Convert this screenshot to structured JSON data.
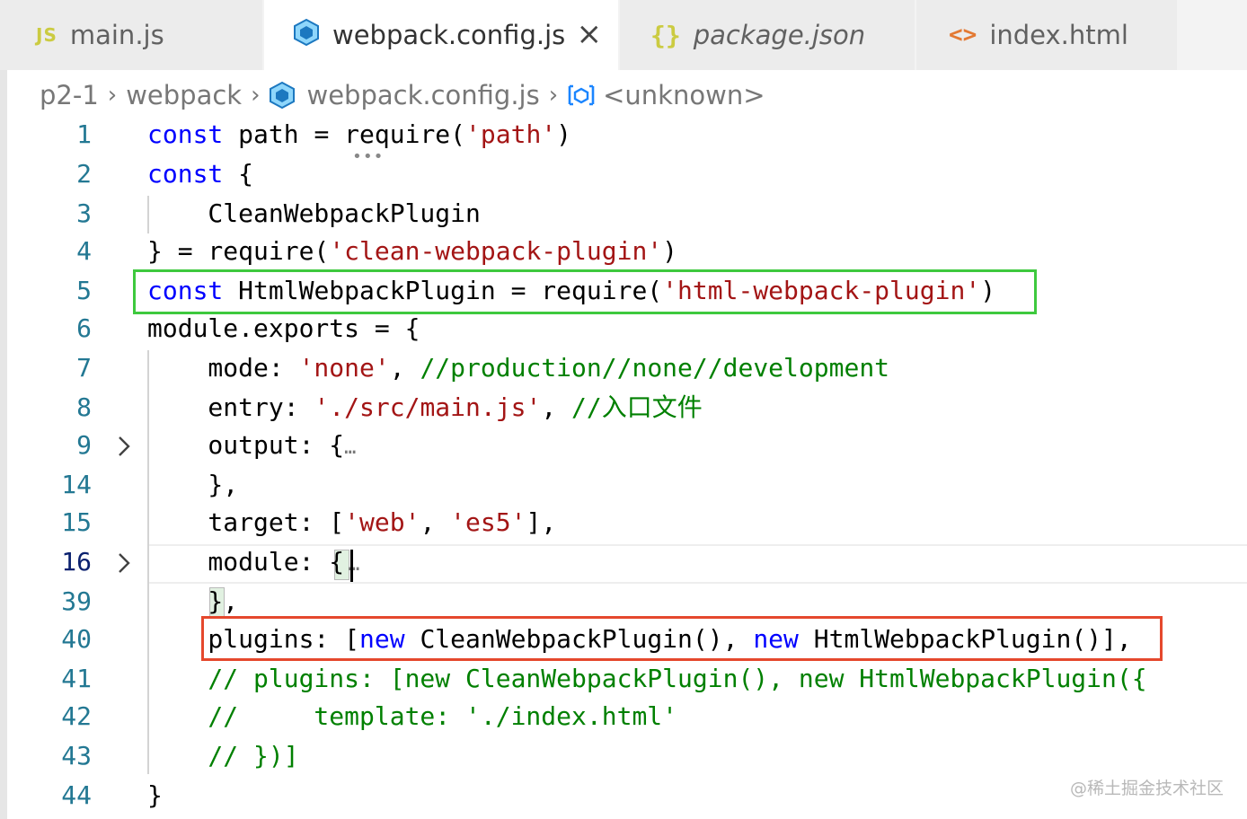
{
  "tabs": [
    {
      "icon": "js-file-icon",
      "icon_text": "JS",
      "label": "main.js"
    },
    {
      "icon": "webpack-cube-icon",
      "label": "webpack.config.js",
      "active": true,
      "close": "×"
    },
    {
      "icon": "json-braces-icon",
      "icon_text": "{}",
      "label": "package.json"
    },
    {
      "icon": "html-brackets-icon",
      "icon_text": "<>",
      "label": "index.html"
    }
  ],
  "breadcrumbs": {
    "items": [
      "p2-1",
      "webpack",
      "webpack.config.js",
      "<unknown>"
    ],
    "separator": "›"
  },
  "editor": {
    "lines": [
      {
        "n": "1"
      },
      {
        "n": "2"
      },
      {
        "n": "3"
      },
      {
        "n": "4"
      },
      {
        "n": "5"
      },
      {
        "n": "6"
      },
      {
        "n": "7"
      },
      {
        "n": "8"
      },
      {
        "n": "9"
      },
      {
        "n": "14"
      },
      {
        "n": "15"
      },
      {
        "n": "16"
      },
      {
        "n": "39"
      },
      {
        "n": "40"
      },
      {
        "n": "41"
      },
      {
        "n": "42"
      },
      {
        "n": "43"
      },
      {
        "n": "44"
      }
    ],
    "code": {
      "l1_kw": "const",
      "l1_a": " path = require(",
      "l1_s": "'path'",
      "l1_b": ")",
      "l2_kw": "const",
      "l2_a": " {",
      "l3": "    CleanWebpackPlugin",
      "l4_a": "} = require(",
      "l4_s": "'clean-webpack-plugin'",
      "l4_b": ")",
      "l5_kw": "const",
      "l5_a": " HtmlWebpackPlugin = require(",
      "l5_s": "'html-webpack-plugin'",
      "l5_b": ")",
      "l6": "module.exports = {",
      "l7_a": "    mode: ",
      "l7_s": "'none'",
      "l7_b": ", ",
      "l7_c": "//production//none//development",
      "l8_a": "    entry: ",
      "l8_s": "'./src/main.js'",
      "l8_b": ", ",
      "l8_c": "//入口文件",
      "l9_a": "    output: {",
      "l9_e": "…",
      "l14": "    },",
      "l15_a": "    target: [",
      "l15_s1": "'web'",
      "l15_b": ", ",
      "l15_s2": "'es5'",
      "l15_c": "],",
      "l16_a": "    module: {",
      "l16_e": "…",
      "l39": "    },",
      "l40_a": "    plugins: [",
      "l40_kw1": "new",
      "l40_b": " CleanWebpackPlugin(), ",
      "l40_kw2": "new",
      "l40_c": " HtmlWebpackPlugin()],",
      "l41": "    // plugins: [new CleanWebpackPlugin(), new HtmlWebpackPlugin({",
      "l42": "    //     template: './index.html'",
      "l43": "    // })]",
      "l44": "}"
    }
  },
  "colors": {
    "keyword": "#0000ff",
    "string": "#a31515",
    "comment": "#008000",
    "line_number": "#237893",
    "green_box": "#3ec93e",
    "red_box": "#e5482d"
  },
  "watermark": "@稀土掘金技术社区"
}
